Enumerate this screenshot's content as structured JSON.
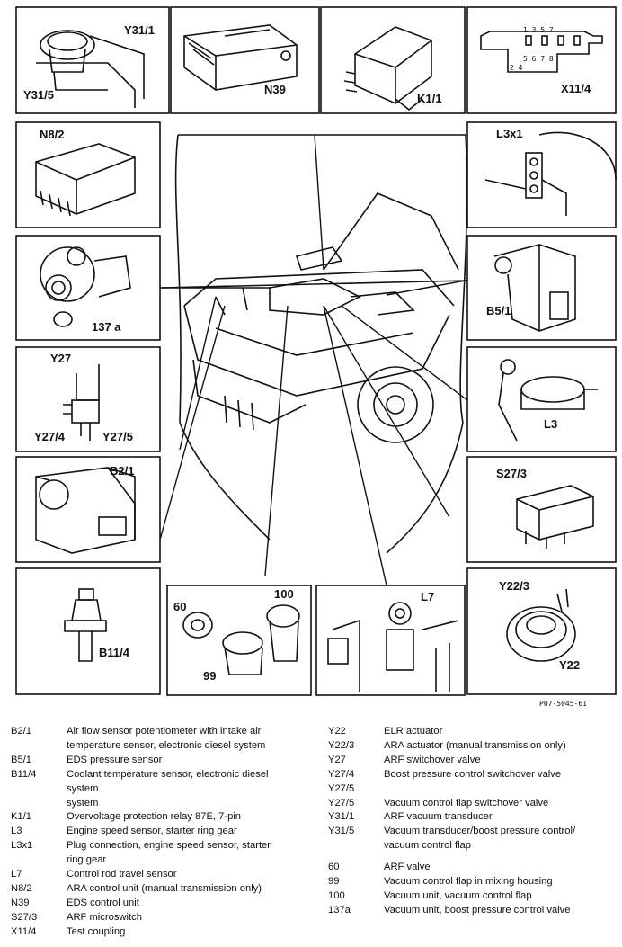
{
  "callouts": {
    "y31_1": "Y31/1",
    "y31_5": "Y31/5",
    "n39": "N39",
    "k1_1": "K1/1",
    "x11_4": "X11/4",
    "x11_4_pins_top": "1   3   5   7",
    "x11_4_pins_mid": "5   6   7   8",
    "x11_4_pins_bot": "2   4",
    "n8_2": "N8/2",
    "l3x1": "L3x1",
    "t137a": "137 a",
    "b5_1": "B5/1",
    "y27": "Y27",
    "y27_4": "Y27/4",
    "y27_5": "Y27/5",
    "l3": "L3",
    "b2_1": "B2/1",
    "s27_3": "S27/3",
    "b11_4": "B11/4",
    "v60": "60",
    "v100": "100",
    "v99": "99",
    "l7": "L7",
    "y22_3": "Y22/3",
    "y22": "Y22"
  },
  "figure_ref": "P07-5045-61",
  "legend": {
    "left": [
      {
        "code": "B2/1",
        "lines": [
          "Air flow sensor potentiometer with intake air",
          "temperature sensor, electronic diesel system"
        ]
      },
      {
        "code": "B5/1",
        "lines": [
          "EDS pressure sensor"
        ]
      },
      {
        "code": "B11/4",
        "lines": [
          "Coolant temperature sensor, electronic diesel",
          "system"
        ]
      },
      {
        "code": "",
        "lines": [
          "system"
        ]
      },
      {
        "code": "K1/1",
        "lines": [
          "Overvoltage protection relay 87E, 7-pin"
        ]
      },
      {
        "code": "L3",
        "lines": [
          "Engine speed sensor, starter ring gear"
        ]
      },
      {
        "code": "L3x1",
        "lines": [
          "Plug connection, engine speed sensor, starter",
          "ring gear"
        ]
      },
      {
        "code": "L7",
        "lines": [
          "Control rod travel sensor"
        ]
      },
      {
        "code": "N8/2",
        "lines": [
          "ARA control unit (manual transmission only)"
        ]
      },
      {
        "code": "N39",
        "lines": [
          "EDS control unit"
        ]
      },
      {
        "code": "S27/3",
        "lines": [
          "ARF microswitch"
        ]
      },
      {
        "code": "X11/4",
        "lines": [
          "Test coupling"
        ]
      }
    ],
    "right": [
      {
        "code": "Y22",
        "lines": [
          "ELR actuator"
        ]
      },
      {
        "code": "Y22/3",
        "lines": [
          "ARA actuator (manual transmission only)"
        ]
      },
      {
        "code": "Y27",
        "lines": [
          "ARF switchover valve"
        ]
      },
      {
        "code": "Y27/4",
        "lines": [
          "Boost pressure control switchover valve"
        ]
      },
      {
        "code": "Y27/5",
        "lines": [
          ""
        ]
      },
      {
        "code": "Y27/5",
        "lines": [
          "Vacuum control flap switchover valve"
        ]
      },
      {
        "code": "Y31/1",
        "lines": [
          "ARF vacuum transducer"
        ]
      },
      {
        "code": "Y31/5",
        "lines": [
          "Vacuum transducer/boost pressure control/",
          "vacuum control flap"
        ]
      },
      {
        "gap": true
      },
      {
        "code": "60",
        "lines": [
          "ARF valve"
        ]
      },
      {
        "code": "99",
        "lines": [
          "Vacuum control flap in mixing housing"
        ]
      },
      {
        "code": "100",
        "lines": [
          "Vacuum unit, vacuum control flap"
        ]
      },
      {
        "code": "137a",
        "lines": [
          "Vacuum unit, boost pressure control valve"
        ]
      }
    ]
  }
}
